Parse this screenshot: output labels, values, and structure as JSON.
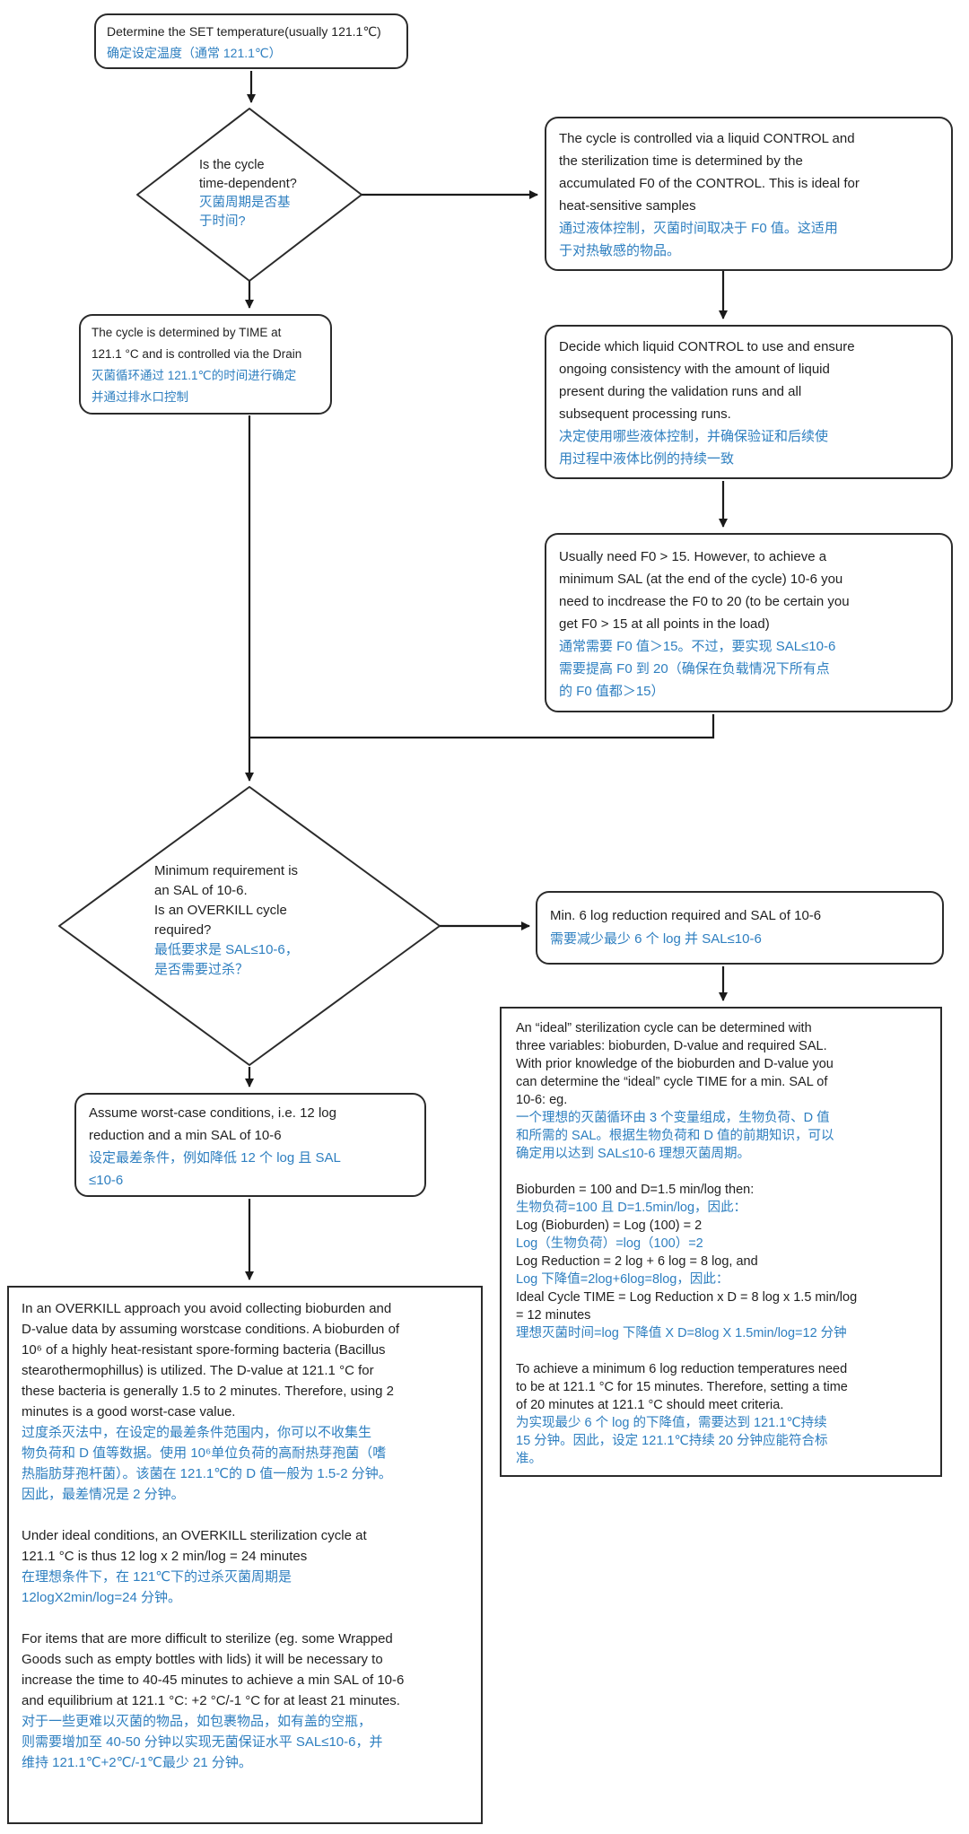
{
  "palette": {
    "en_text": "#1f1f1f",
    "cn_text": "#2e7fc0",
    "border": "#2b2b2b",
    "arrow": "#1a1a1a",
    "background": "#ffffff"
  },
  "nodes": {
    "set_temperature": {
      "shape": "rounded-rect",
      "lines": [
        {
          "lang": "en",
          "text": "Determine the SET temperature(usually 121.1℃)"
        },
        {
          "lang": "cn",
          "text": "确定设定温度（通常 121.1℃）"
        }
      ]
    },
    "is_time_dependent": {
      "shape": "diamond",
      "lines": [
        {
          "lang": "en",
          "text": "Is the cycle"
        },
        {
          "lang": "en",
          "text": "time-dependent?"
        },
        {
          "lang": "cn",
          "text": "灭菌周期是否基"
        },
        {
          "lang": "cn",
          "text": "于时间?"
        }
      ]
    },
    "liquid_control": {
      "shape": "rounded-rect",
      "lines": [
        {
          "lang": "en",
          "text": "The cycle is controlled via a liquid CONTROL and"
        },
        {
          "lang": "en",
          "text": "the sterilization time is determined by the"
        },
        {
          "lang": "en",
          "text": "accumulated F0 of the CONTROL. This is ideal for"
        },
        {
          "lang": "en",
          "text": "heat-sensitive samples"
        },
        {
          "lang": "cn",
          "text": "通过液体控制，灭菌时间取决于 F0 值。这适用"
        },
        {
          "lang": "cn",
          "text": "于对热敏感的物品。"
        }
      ]
    },
    "time_drain": {
      "shape": "rounded-rect",
      "lines": [
        {
          "lang": "en",
          "text": "The cycle is determined by TIME at"
        },
        {
          "lang": "en",
          "text": "121.1 °C and is controlled via the Drain"
        },
        {
          "lang": "cn",
          "text": "灭菌循环通过 121.1℃的时间进行确定"
        },
        {
          "lang": "cn",
          "text": "并通过排水口控制"
        }
      ]
    },
    "decide_liquid": {
      "shape": "rounded-rect",
      "lines": [
        {
          "lang": "en",
          "text": "Decide which liquid CONTROL to use and ensure"
        },
        {
          "lang": "en",
          "text": "ongoing consistency with the amount of liquid"
        },
        {
          "lang": "en",
          "text": "present during the validation runs and all"
        },
        {
          "lang": "en",
          "text": "subsequent processing runs."
        },
        {
          "lang": "cn",
          "text": "决定使用哪些液体控制，并确保验证和后续使"
        },
        {
          "lang": "cn",
          "text": "用过程中液体比例的持续一致"
        }
      ]
    },
    "f0_requirement": {
      "shape": "rounded-rect",
      "lines": [
        {
          "lang": "en",
          "text": "Usually need F0 > 15. However, to achieve a"
        },
        {
          "lang": "en",
          "text": "minimum SAL (at the end of the cycle) 10-6 you"
        },
        {
          "lang": "en",
          "text": "need to incdrease the F0 to 20 (to be certain you"
        },
        {
          "lang": "en",
          "text": "get F0 > 15 at all points in the load)"
        },
        {
          "lang": "cn",
          "text": "通常需要 F0 值＞15。不过，要实现 SAL≤10-6"
        },
        {
          "lang": "cn",
          "text": "需要提高 F0 到 20（确保在负载情况下所有点"
        },
        {
          "lang": "cn",
          "text": "的 F0 值都＞15）"
        }
      ]
    },
    "overkill_required": {
      "shape": "diamond",
      "lines": [
        {
          "lang": "en",
          "text": "Minimum requirement is"
        },
        {
          "lang": "en",
          "text": "an SAL of 10-6."
        },
        {
          "lang": "en",
          "text": "Is an OVERKILL cycle"
        },
        {
          "lang": "en",
          "text": "required?"
        },
        {
          "lang": "cn",
          "text": "最低要求是 SAL≤10-6，"
        },
        {
          "lang": "cn",
          "text": "是否需要过杀？"
        }
      ]
    },
    "min_6log": {
      "shape": "rounded-rect",
      "lines": [
        {
          "lang": "en",
          "text": "Min. 6 log reduction required and SAL of 10-6"
        },
        {
          "lang": "cn",
          "text": "需要减少最少 6 个 log 并 SAL≤10-6"
        }
      ]
    },
    "ideal_cycle": {
      "shape": "rect",
      "lines": [
        {
          "lang": "en",
          "text": "An “ideal” sterilization cycle can be determined with"
        },
        {
          "lang": "en",
          "text": "three variables: bioburden, D-value and required SAL."
        },
        {
          "lang": "en",
          "text": "With prior knowledge of the bioburden and D-value you"
        },
        {
          "lang": "en",
          "text": "can determine the “ideal” cycle TIME for a min. SAL of"
        },
        {
          "lang": "en",
          "text": "10-6: eg."
        },
        {
          "lang": "cn",
          "text": "一个理想的灭菌循环由 3 个变量组成，生物负荷、D 值"
        },
        {
          "lang": "cn",
          "text": "和所需的 SAL。根据生物负荷和 D 值的前期知识，可以"
        },
        {
          "lang": "cn",
          "text": "确定用以达到 SAL≤10-6 理想灭菌周期。"
        },
        {
          "lang": "gap",
          "text": ""
        },
        {
          "lang": "en",
          "text": "Bioburden = 100 and D=1.5 min/log then:"
        },
        {
          "lang": "cn",
          "text": "生物负荷=100 且 D=1.5min/log，因此："
        },
        {
          "lang": "en",
          "text": "Log (Bioburden) = Log (100) = 2"
        },
        {
          "lang": "cn",
          "text": "Log（生物负荷）=log（100）=2"
        },
        {
          "lang": "en",
          "text": "Log Reduction = 2 log + 6 log = 8 log, and"
        },
        {
          "lang": "cn",
          "text": "Log 下降值=2log+6log=8log，因此："
        },
        {
          "lang": "en",
          "text": "Ideal Cycle TIME = Log Reduction x D = 8 log x 1.5 min/log"
        },
        {
          "lang": "en",
          "text": "= 12 minutes"
        },
        {
          "lang": "cn",
          "text": "理想灭菌时间=log 下降值 X D=8log X 1.5min/log=12 分钟"
        },
        {
          "lang": "gap",
          "text": ""
        },
        {
          "lang": "en",
          "text": "To achieve a minimum 6 log reduction temperatures need"
        },
        {
          "lang": "en",
          "text": "to be at 121.1 °C for 15 minutes. Therefore, setting a time"
        },
        {
          "lang": "en",
          "text": "of 20 minutes at 121.1 °C should meet criteria."
        },
        {
          "lang": "cn",
          "text": "为实现最少 6 个 log 的下降值，需要达到 121.1℃持续"
        },
        {
          "lang": "cn",
          "text": "15 分钟。因此，设定 121.1℃持续 20 分钟应能符合标"
        },
        {
          "lang": "cn",
          "text": "准。"
        }
      ]
    },
    "worst_case": {
      "shape": "rounded-rect",
      "lines": [
        {
          "lang": "en",
          "text": "Assume worst-case conditions, i.e. 12 log"
        },
        {
          "lang": "en",
          "text": "reduction and a min SAL of 10-6"
        },
        {
          "lang": "cn",
          "text": "设定最差条件，例如降低 12 个 log 且 SAL"
        },
        {
          "lang": "cn",
          "text": "≤10-6"
        }
      ]
    },
    "overkill_detail": {
      "shape": "rect",
      "lines": [
        {
          "lang": "en",
          "text": "In an OVERKILL approach you avoid collecting bioburden and"
        },
        {
          "lang": "en",
          "text": "D-value data by assuming worstcase conditions. A bioburden of"
        },
        {
          "lang": "en",
          "text": "10⁶ of a highly heat-resistant spore-forming bacteria (Bacillus"
        },
        {
          "lang": "en",
          "text": "stearothermophillus) is utilized. The D-value at 121.1 °C for"
        },
        {
          "lang": "en",
          "text": "these bacteria is generally 1.5 to 2 minutes. Therefore, using 2"
        },
        {
          "lang": "en",
          "text": "minutes is a good worst-case value."
        },
        {
          "lang": "cn",
          "text": "过度杀灭法中，在设定的最差条件范围内，你可以不收集生"
        },
        {
          "lang": "cn",
          "text": "物负荷和 D 值等数据。使用 10⁶单位负荷的高耐热芽孢菌（嗜"
        },
        {
          "lang": "cn",
          "text": "热脂肪芽孢杆菌）。该菌在 121.1℃的 D 值一般为 1.5-2 分钟。"
        },
        {
          "lang": "cn",
          "text": "因此，最差情况是 2 分钟。"
        },
        {
          "lang": "gap",
          "text": ""
        },
        {
          "lang": "en",
          "text": "Under ideal conditions, an OVERKILL sterilization cycle at"
        },
        {
          "lang": "en",
          "text": "121.1 °C is thus 12 log x 2 min/log = 24 minutes"
        },
        {
          "lang": "cn",
          "text": "在理想条件下，在 121℃下的过杀灭菌周期是"
        },
        {
          "lang": "cn",
          "text": "12logX2min/log=24 分钟。"
        },
        {
          "lang": "gap",
          "text": ""
        },
        {
          "lang": "en",
          "text": "For items that are more difficult to sterilize (eg. some Wrapped"
        },
        {
          "lang": "en",
          "text": "Goods such as empty bottles with lids) it will be necessary to"
        },
        {
          "lang": "en",
          "text": "increase the time to 40-45 minutes to achieve a min SAL of 10-6"
        },
        {
          "lang": "en",
          "text": "and equilibrium at 121.1 °C: +2 °C/-1 °C for at least 21 minutes."
        },
        {
          "lang": "cn",
          "text": "对于一些更难以灭菌的物品，如包裹物品，如有盖的空瓶，"
        },
        {
          "lang": "cn",
          "text": "则需要增加至 40-50 分钟以实现无菌保证水平 SAL≤10-6，并"
        },
        {
          "lang": "cn",
          "text": "维持 121.1℃+2℃/-1℃最少 21 分钟。"
        }
      ]
    }
  }
}
